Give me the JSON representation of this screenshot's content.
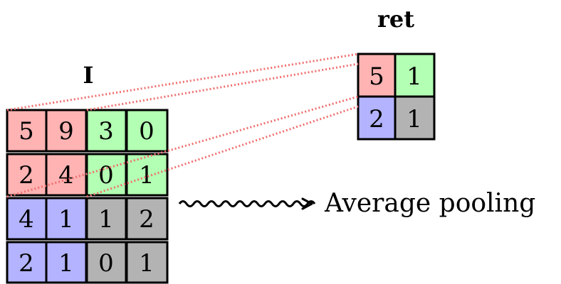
{
  "input_grid": {
    "title": "I",
    "rows": [
      [
        "5",
        "9",
        "3",
        "0"
      ],
      [
        "2",
        "4",
        "0",
        "1"
      ],
      [
        "4",
        "1",
        "1",
        "2"
      ],
      [
        "2",
        "1",
        "0",
        "1"
      ]
    ]
  },
  "output_grid": {
    "title": "ret",
    "rows": [
      [
        "5",
        "1"
      ],
      [
        "2",
        "1"
      ]
    ]
  },
  "arrow": {
    "caption": "Average pooling"
  },
  "colors": {
    "top_left_block": "#ffb3b3",
    "top_right_block": "#b3ffb3",
    "bottom_left_block": "#b3b3ff",
    "bottom_right_block": "#b3b3b3",
    "projection_lines": "#f07070",
    "grid_border": "#000000"
  }
}
